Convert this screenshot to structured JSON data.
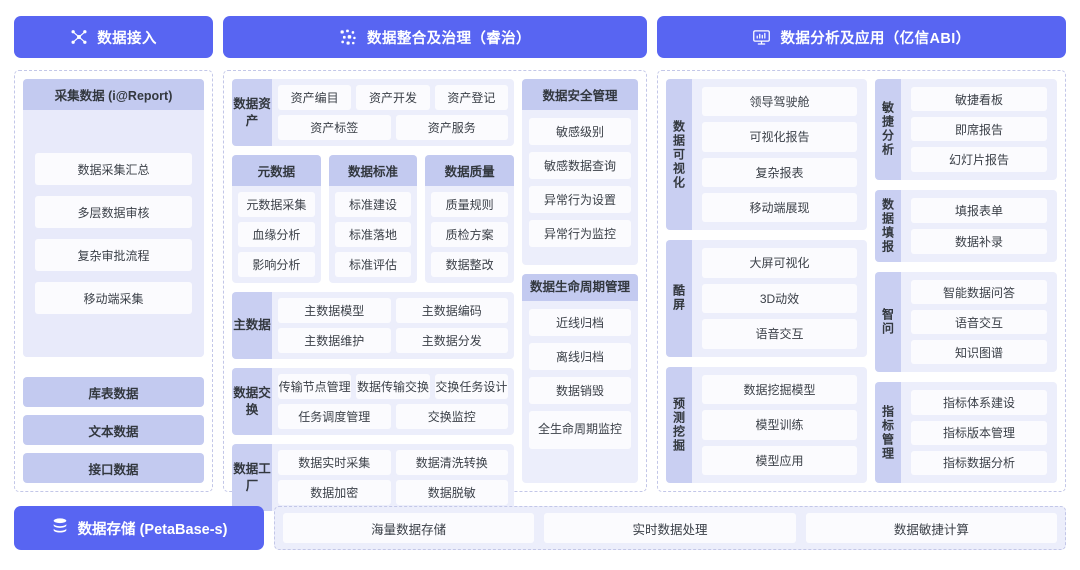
{
  "headers": [
    {
      "icon": "network-nodes-icon",
      "label": "数据接入"
    },
    {
      "icon": "data-governance-dots-icon",
      "label": "数据整合及治理（睿治）"
    },
    {
      "icon": "monitor-chart-icon",
      "label": "数据分析及应用（亿信ABI）"
    }
  ],
  "column1": {
    "collect": {
      "title": "采集数据 (i@Report)",
      "items": [
        "数据采集汇总",
        "多层数据审核",
        "复杂审批流程",
        "移动端采集"
      ]
    },
    "sources": [
      "库表数据",
      "文本数据",
      "接口数据"
    ]
  },
  "column2": {
    "data_asset": {
      "label": "数据资产",
      "rows": [
        [
          "资产编目",
          "资产开发",
          "资产登记"
        ],
        [
          "资产标签",
          "资产服务"
        ]
      ]
    },
    "triple": [
      {
        "title": "元数据",
        "items": [
          "元数据采集",
          "血缘分析",
          "影响分析"
        ]
      },
      {
        "title": "数据标准",
        "items": [
          "标准建设",
          "标准落地",
          "标准评估"
        ]
      },
      {
        "title": "数据质量",
        "items": [
          "质量规则",
          "质检方案",
          "数据整改"
        ]
      }
    ],
    "master_data": {
      "label": "主数据",
      "rows": [
        [
          "主数据模型",
          "主数据编码"
        ],
        [
          "主数据维护",
          "主数据分发"
        ]
      ]
    },
    "data_exchange": {
      "label": "数据交换",
      "rows": [
        [
          "传输节点管理",
          "数据传输交换",
          "交换任务设计"
        ],
        [
          "任务调度管理",
          "交换监控"
        ]
      ]
    },
    "data_factory": {
      "label": "数据工厂",
      "rows": [
        [
          "数据实时采集",
          "数据清洗转换"
        ],
        [
          "数据加密",
          "数据脱敏"
        ]
      ]
    },
    "security": {
      "title": "数据安全管理",
      "items": [
        "敏感级别",
        "敏感数据查询",
        "异常行为设置",
        "异常行为监控"
      ]
    },
    "lifecycle": {
      "title": "数据生命周期管理",
      "items": [
        "近线归档",
        "离线归档",
        "数据销毁",
        "全生命周期监控"
      ]
    }
  },
  "column3": {
    "left": [
      {
        "label": "数据可视化",
        "items": [
          "领导驾驶舱",
          "可视化报告",
          "复杂报表",
          "移动端展现"
        ]
      },
      {
        "label": "酷屏",
        "items": [
          "大屏可视化",
          "3D动效",
          "语音交互"
        ]
      },
      {
        "label": "预测挖掘",
        "items": [
          "数据挖掘模型",
          "模型训练",
          "模型应用"
        ]
      }
    ],
    "right": [
      {
        "label": "敏捷分析",
        "items": [
          "敏捷看板",
          "即席报告",
          "幻灯片报告"
        ]
      },
      {
        "label": "数据填报",
        "items": [
          "填报表单",
          "数据补录"
        ]
      },
      {
        "label": "智问",
        "items": [
          "智能数据问答",
          "语音交互",
          "知识图谱"
        ]
      },
      {
        "label": "指标管理",
        "items": [
          "指标体系建设",
          "指标版本管理",
          "指标数据分析"
        ]
      }
    ]
  },
  "bottom": {
    "icon": "database-stack-icon",
    "label": "数据存储 (PetaBase-s)",
    "items": [
      "海量数据存储",
      "实时数据处理",
      "数据敏捷计算"
    ]
  },
  "colors": {
    "brand": "#5865f2",
    "group_bg": "#eceefb",
    "header_bar": "#c3caf0",
    "cell_bg": "#fbfbfe",
    "dashed_border": "#c3c7e8"
  }
}
